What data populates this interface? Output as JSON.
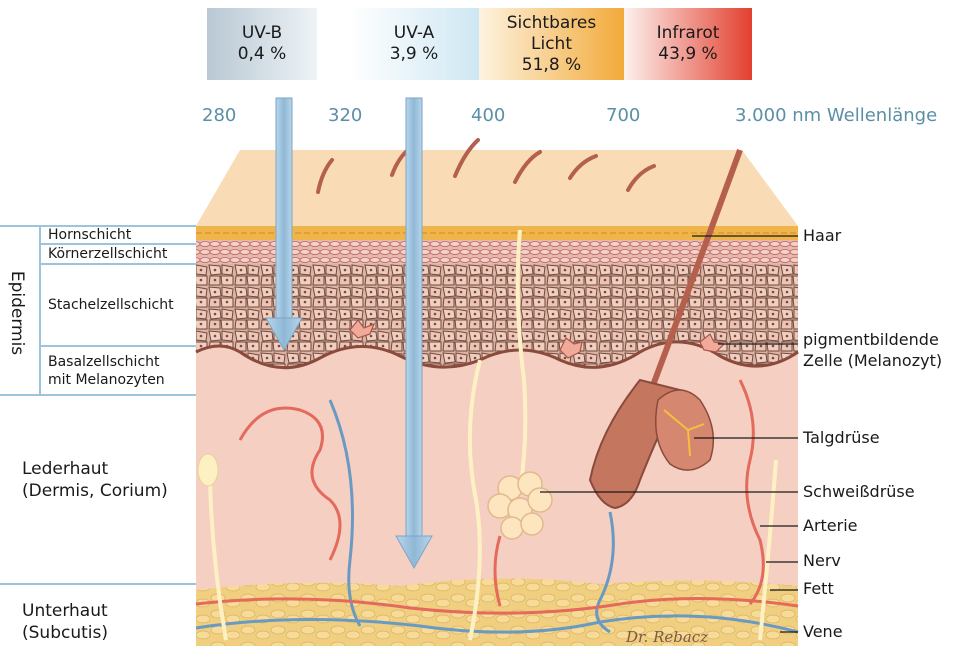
{
  "spectrum": {
    "uvb": {
      "name": "UV-B",
      "value": "0,4 %"
    },
    "uva": {
      "name": "UV-A",
      "value": "3,9 %"
    },
    "visible": {
      "name_1": "Sichtbares",
      "name_2": "Licht",
      "value": "51,8 %"
    },
    "infrared": {
      "name": "Infrarot",
      "value": "43,9 %"
    }
  },
  "wavelengths": [
    "280",
    "320",
    "400",
    "700",
    "3.000 nm Wellenlänge"
  ],
  "epidermis": {
    "title": "Epidermis",
    "layers": [
      "Hornschicht",
      "Körnerzellschicht",
      "Stachelzellschicht",
      "Basalzellschicht",
      "mit Melanozyten"
    ]
  },
  "regions": {
    "dermis": [
      "Lederhaut",
      "(Dermis, Corium)"
    ],
    "subcutis": [
      "Unterhaut",
      "(Subcutis)"
    ]
  },
  "structures": {
    "haar": "Haar",
    "melanozyt_1": "pigmentbildende",
    "melanozyt_2": "Zelle (Melanozyt)",
    "talgdruese": "Talgdrüse",
    "schweissdruese": "Schweißdrüse",
    "arterie": "Arterie",
    "nerv": "Nerv",
    "fett": "Fett",
    "vene": "Vene"
  },
  "signature": "Dr. Rebacz",
  "colors": {
    "uvb_band": "#c9d6df",
    "uva_band": "#dbeef6",
    "visible_band": "#f3b24a",
    "infrared_band": "#e24b3b",
    "wavelength_text": "#5b8fa6",
    "arrow": "#9ec4dc",
    "dermis": "#f6cfc3",
    "fat": "#f1cf80",
    "artery": "#e36a5c",
    "vein": "#6a9ac2",
    "nerve": "#fdf1c4"
  }
}
